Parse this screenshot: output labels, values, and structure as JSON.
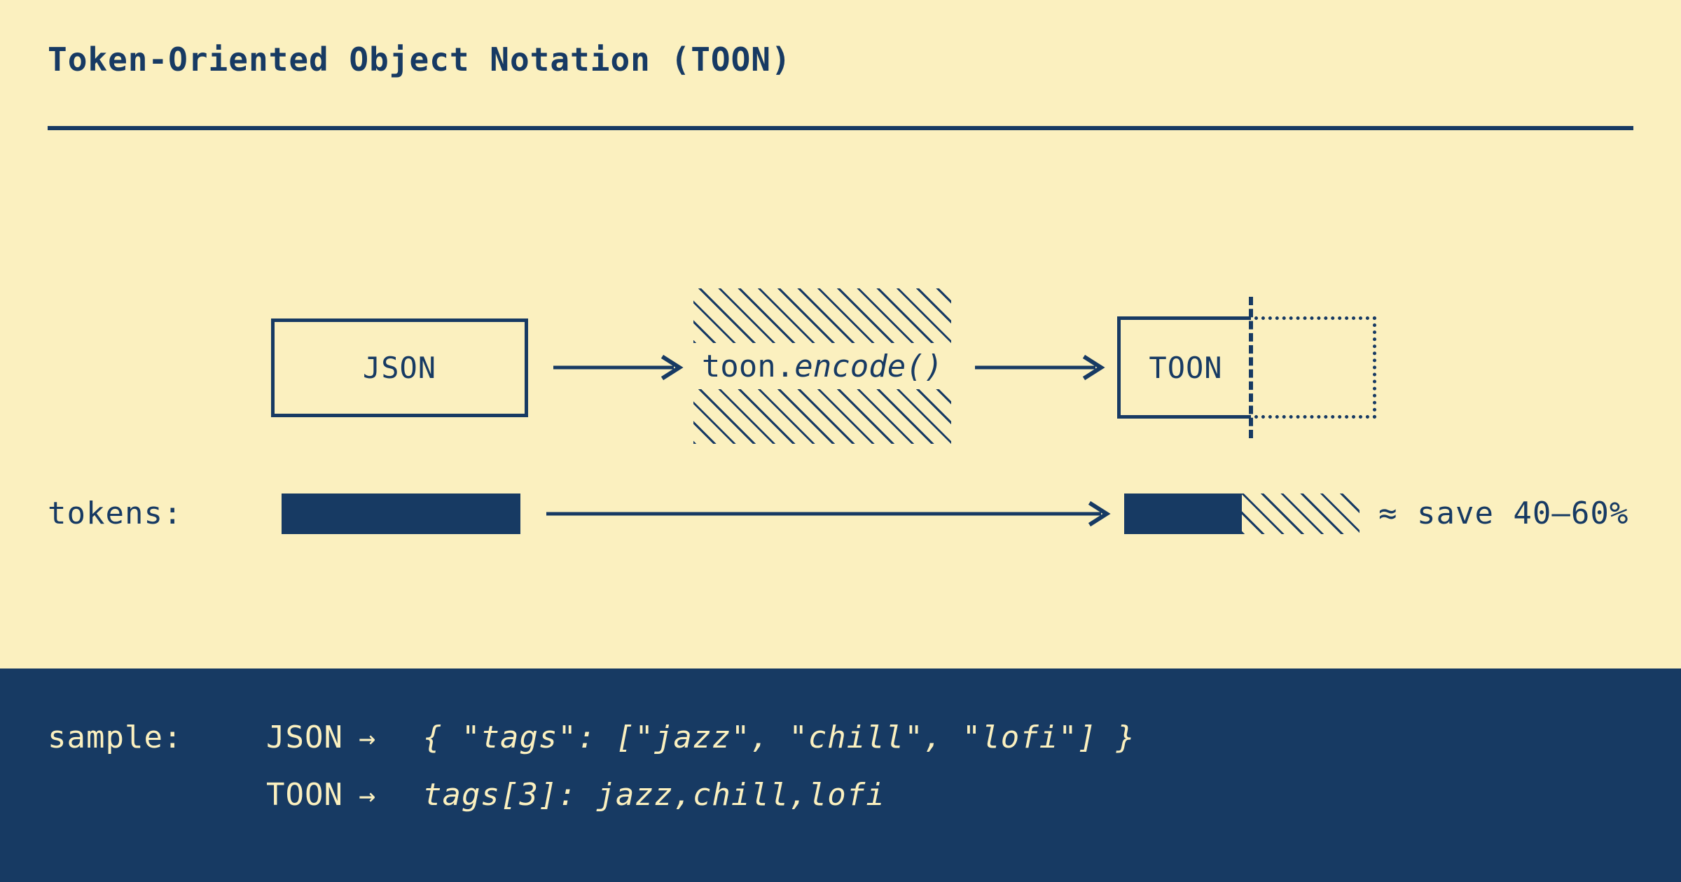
{
  "header": {
    "title": "Token-Oriented Object Notation (TOON)"
  },
  "colors": {
    "background": "#fbf0bf",
    "ink": "#173a63",
    "panel_background": "#173a63",
    "panel_text": "#fbf0bf"
  },
  "diagram": {
    "source_box_label": "JSON",
    "transform_prefix": "toon.",
    "transform_call": "encode()",
    "target_box_label": "TOON",
    "arrow_glyph": "→"
  },
  "tokens": {
    "row_label": "tokens:",
    "savings_note": "≈ save 40–60%",
    "json_bar_fraction": 1.0,
    "toon_bar_fraction": 0.5
  },
  "sample": {
    "row_label": "sample:",
    "arrow_glyph": "→",
    "rows": [
      {
        "format": "JSON",
        "code": "{ \"tags\": [\"jazz\", \"chill\", \"lofi\"] }"
      },
      {
        "format": "TOON",
        "code": "tags[3]: jazz,chill,lofi"
      }
    ]
  }
}
